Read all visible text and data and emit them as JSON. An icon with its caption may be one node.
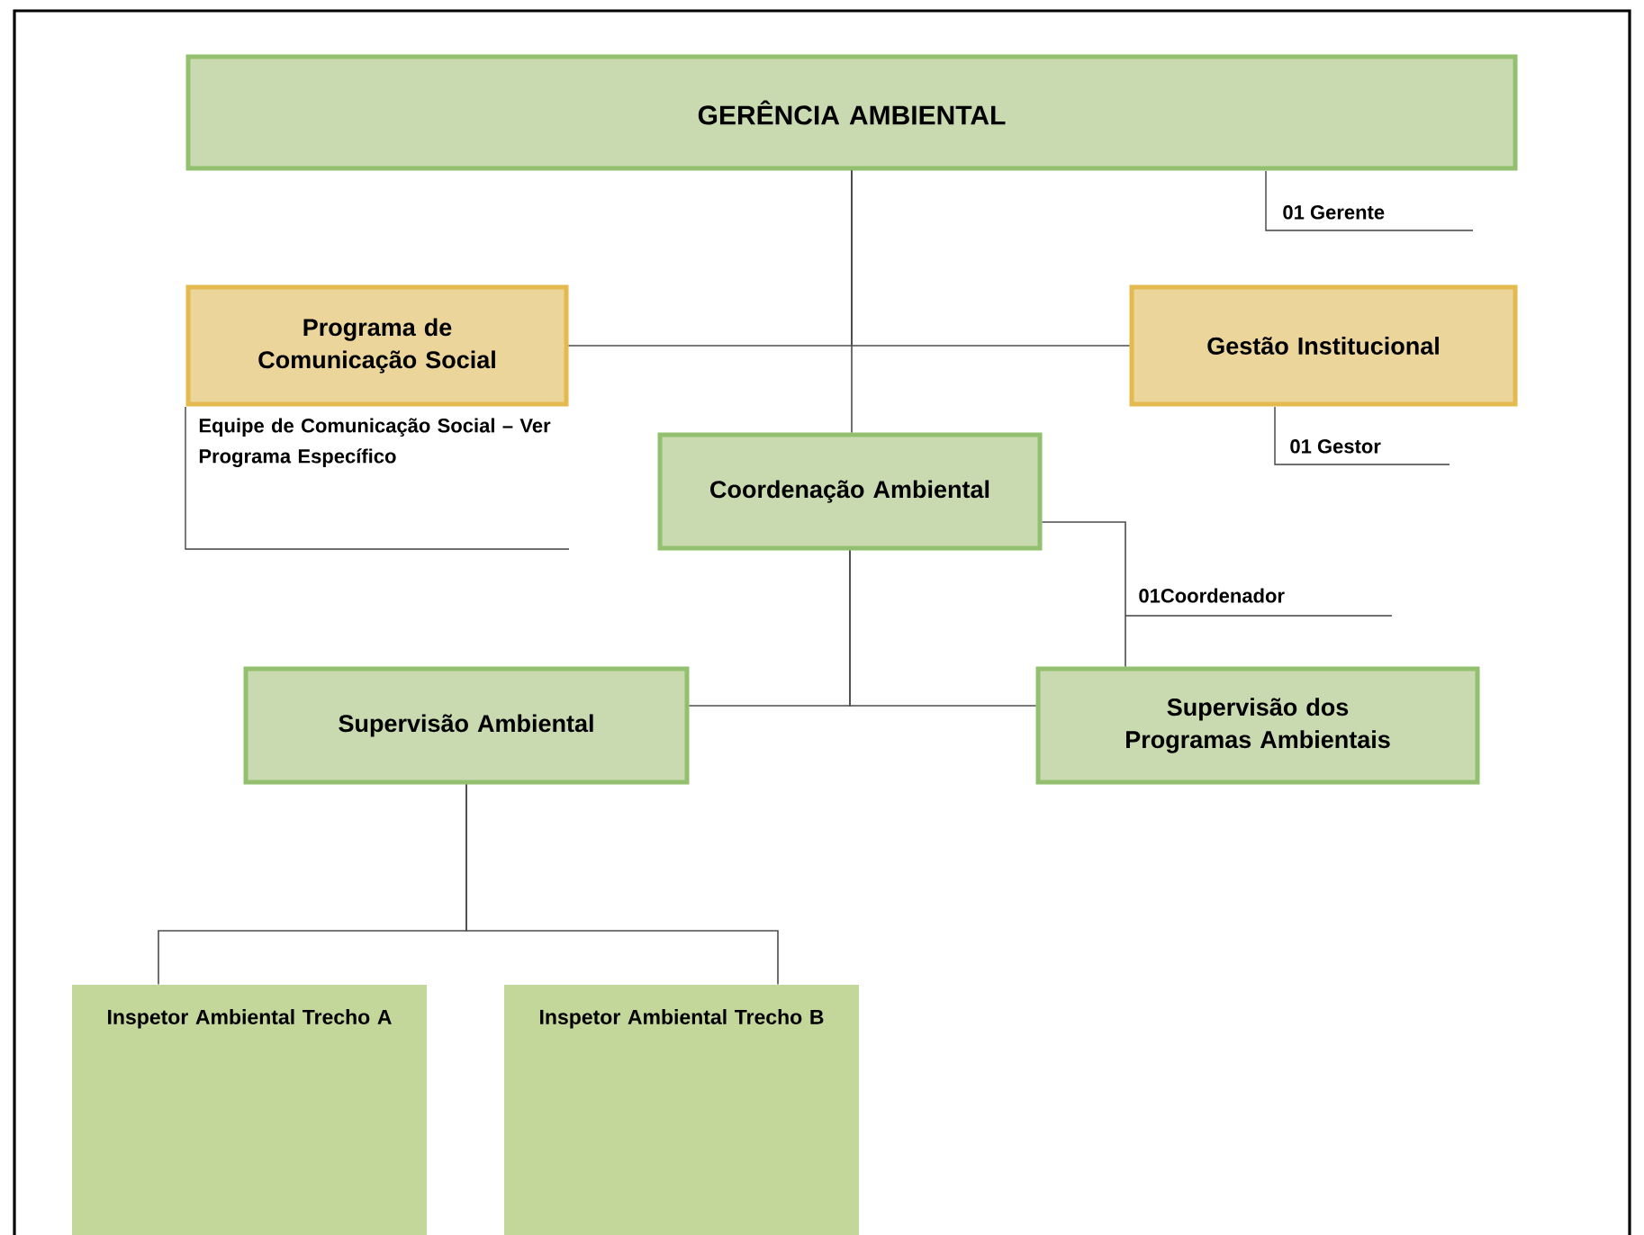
{
  "diagram": {
    "nodes": [
      {
        "text": [
          "GERÊNCIA AMBIENTAL"
        ],
        "beside": [
          "01 Gerente"
        ]
      },
      {
        "text": [
          "Programa de Comunicação Social"
        ],
        "beside": [
          "Equipe de Comunicação Social – Ver Programa Específico"
        ]
      },
      {
        "text": [
          "Gestão Institucional"
        ],
        "beside": [
          "01 Gestor"
        ]
      },
      {
        "text": [
          "Coordenação Ambiental"
        ]
      },
      {
        "text": [
          "Supervisão Ambiental"
        ]
      },
      {
        "text": [
          "Supervisão dos Programas Ambientais"
        ]
      },
      {
        "text": [
          "Inspetor Ambiental Trecho A"
        ]
      },
      {
        "text": [
          "Inspetor Ambiental Trecho B"
        ]
      }
    ],
    "edges": [
      {
        "from": 0,
        "to": 1,
        "arrow": "none"
      },
      {
        "from": 0,
        "to": 2,
        "arrow": "none"
      },
      {
        "from": 0,
        "to": 3,
        "arrow": "none"
      },
      {
        "from": 3,
        "to": 4,
        "arrow": "none"
      },
      {
        "from": 3,
        "to": 5,
        "arrow": "none"
      },
      {
        "from": 3,
        "to": 5,
        "arrow": "none",
        "label": "01Coordenador"
      },
      {
        "from": 4,
        "to": 6,
        "arrow": "none"
      },
      {
        "from": 4,
        "to": 7,
        "arrow": "none"
      }
    ]
  }
}
